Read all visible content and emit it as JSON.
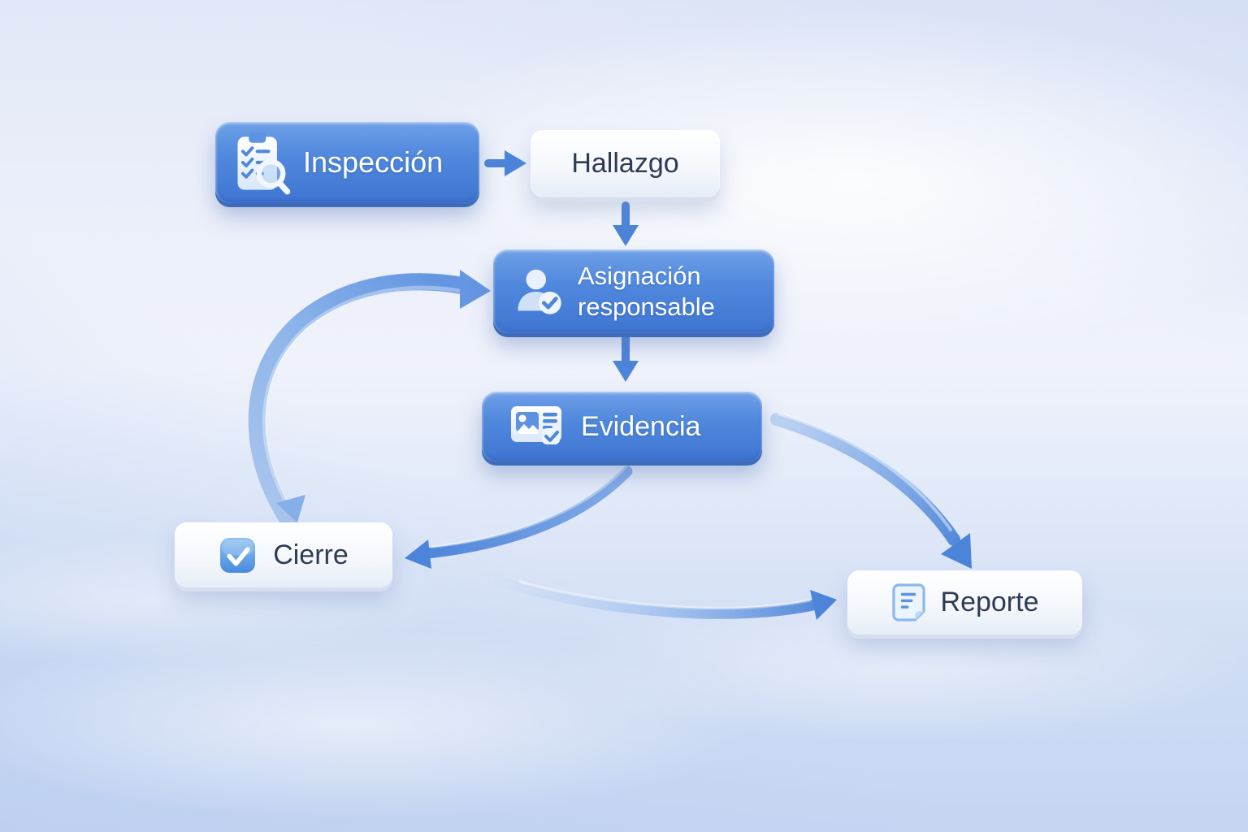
{
  "diagram": {
    "nodes": {
      "inspeccion": {
        "label": "Inspección",
        "variant": "blue",
        "icon": "clipboard-search-icon"
      },
      "hallazgo": {
        "label": "Hallazgo",
        "variant": "white",
        "icon": null
      },
      "asignacion": {
        "label": "Asignación responsable",
        "variant": "blue",
        "icon": "person-check-icon"
      },
      "evidencia": {
        "label": "Evidencia",
        "variant": "blue",
        "icon": "photo-evidence-icon"
      },
      "cierre": {
        "label": "Cierre",
        "variant": "white",
        "icon": "checkbox-icon"
      },
      "reporte": {
        "label": "Reporte",
        "variant": "white",
        "icon": "document-icon"
      }
    },
    "edges": [
      {
        "from": "inspeccion",
        "to": "hallazgo",
        "shape": "straight-right"
      },
      {
        "from": "hallazgo",
        "to": "asignacion",
        "shape": "straight-down"
      },
      {
        "from": "asignacion",
        "to": "evidencia",
        "shape": "straight-down"
      },
      {
        "from": "evidencia",
        "to": "cierre",
        "shape": "curve-down-left"
      },
      {
        "from": "cierre",
        "to": "asignacion",
        "shape": "large-arc-left"
      },
      {
        "from": "asignacion",
        "to": "cierre",
        "shape": "arc-return-down"
      },
      {
        "from": "evidencia",
        "to": "reporte",
        "shape": "curve-down-right"
      },
      {
        "from": "cierre",
        "to": "reporte",
        "shape": "swoosh-right"
      }
    ],
    "colors": {
      "node_blue_top": "#6fa0e8",
      "node_blue_bottom": "#3f75d1",
      "node_white_top": "#ffffff",
      "node_white_bottom": "#e6edf7",
      "arrow_solid": "#4c84d9",
      "arrow_light": "#aac6ee",
      "text_on_blue": "#ffffff",
      "text_on_white": "#2f3b54",
      "background_top": "#e2e8f7",
      "background_bottom": "#c5d5f2"
    }
  }
}
